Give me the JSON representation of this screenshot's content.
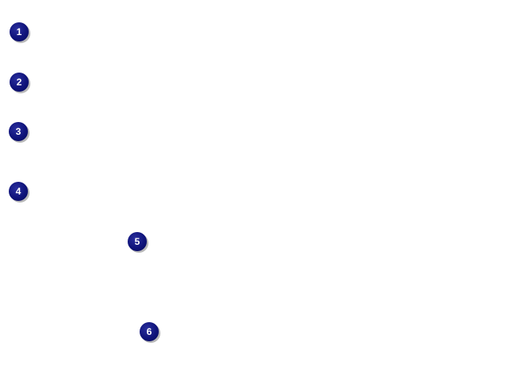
{
  "callouts": [
    {
      "label": "1"
    },
    {
      "label": "2"
    },
    {
      "label": "3"
    },
    {
      "label": "4"
    },
    {
      "label": "5"
    },
    {
      "label": "6"
    }
  ],
  "colors": {
    "background": "#ffffff",
    "callout_fill": "#0f137a",
    "callout_text": "#ffffff",
    "callout_shadow": "#b9b9b9"
  }
}
